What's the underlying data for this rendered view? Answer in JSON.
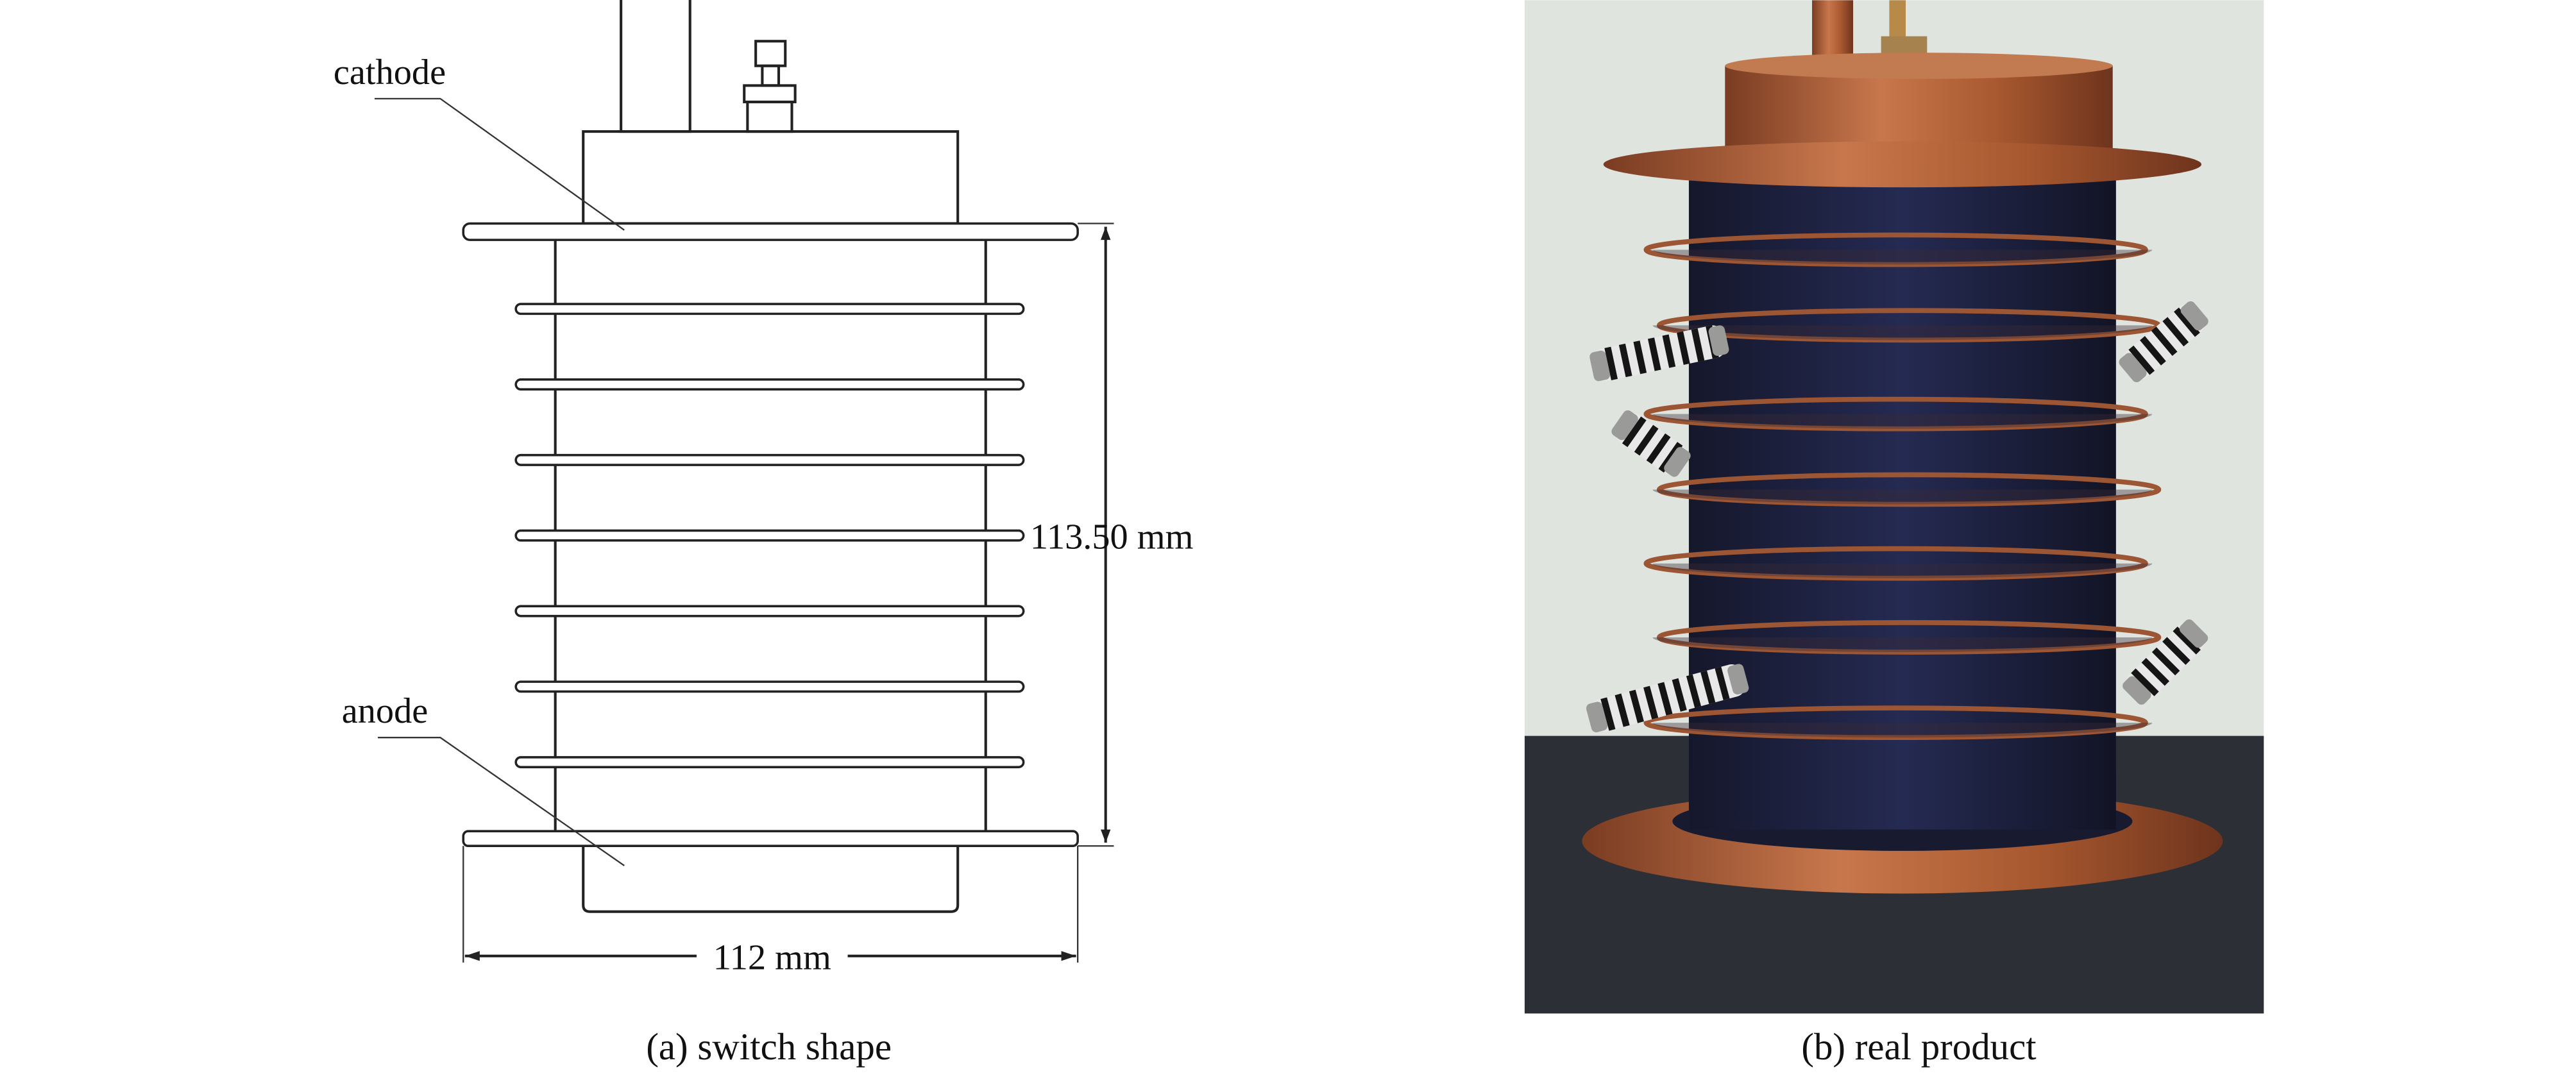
{
  "panel_a": {
    "caption": "(a) switch shape",
    "labels": {
      "cathode": "cathode",
      "anode": "anode"
    },
    "dimensions": {
      "height": "113.50 mm",
      "width": "112 mm"
    },
    "fin_count": 7
  },
  "panel_b": {
    "caption": "(b) real product",
    "colors": {
      "copper": "#b8643c",
      "insulator": "#1d2040",
      "wall": "#dfe4df",
      "table": "#2c2f36"
    }
  }
}
